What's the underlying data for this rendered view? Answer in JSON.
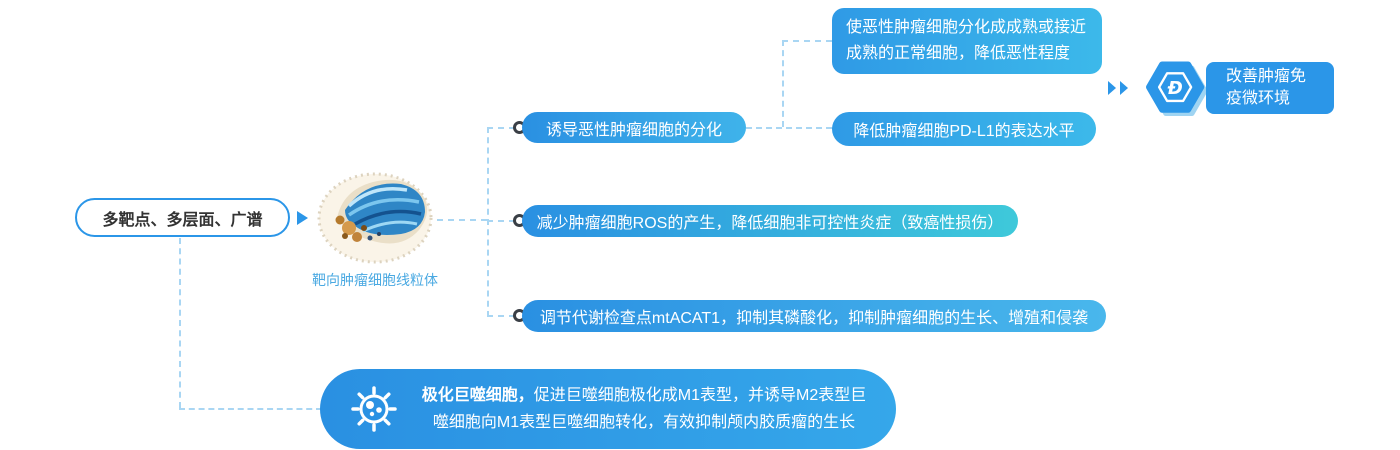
{
  "colors": {
    "primary": "#2b96e8",
    "teal": "#3ec9da",
    "dash_line": "#a9d6f3",
    "text_dark": "#333333",
    "caption_blue": "#4aa9e2"
  },
  "root": {
    "label": "多靶点、多层面、广谱"
  },
  "cell": {
    "caption": "靶向肿瘤细胞线粒体",
    "illustration_icon": "tumor-cell-mitochondria-illustration"
  },
  "branches": [
    {
      "label": "诱导恶性肿瘤细胞的分化"
    },
    {
      "label": "减少肿瘤细胞ROS的产生，降低细胞非可控性炎症（致癌性损伤）"
    },
    {
      "label": "调节代谢检查点mtACAT1，抑制其磷酸化，抑制肿瘤细胞的生长、增殖和侵袭"
    }
  ],
  "sub_branches": [
    {
      "label": "使恶性肿瘤细胞分化成成熟或接近成熟的正常细胞，降低恶性程度"
    },
    {
      "label": "降低肿瘤细胞PD-L1的表达水平"
    }
  ],
  "outcome": {
    "label": "改善肿瘤免疫微环境",
    "badge_icon": "hexagon-d-badge-icon",
    "arrow_icon": "double-chevron-icon"
  },
  "macrophage": {
    "lead": "极化巨噬细胞，",
    "rest": "促进巨噬细胞极化成M1表型，并诱导M2表型巨噬细胞向M1表型巨噬细胞转化，有效抑制颅内胶质瘤的生长",
    "icon": "virus-macrophage-icon"
  }
}
